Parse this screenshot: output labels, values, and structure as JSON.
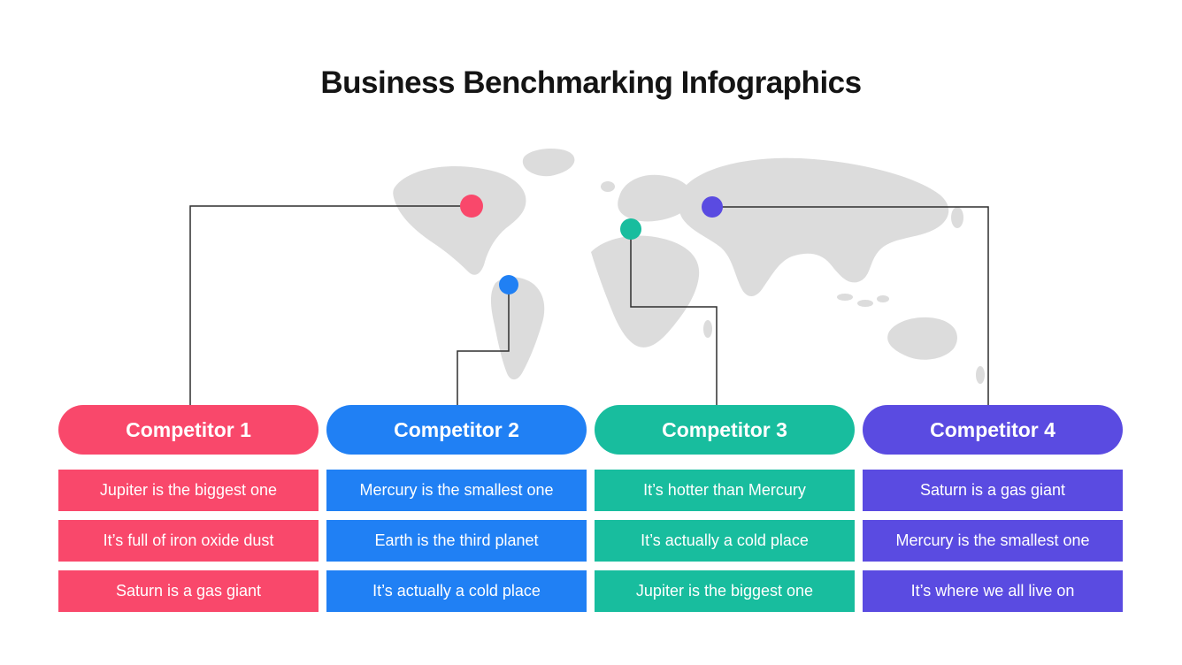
{
  "title": "Business Benchmarking Infographics",
  "map": {
    "name": "world-map",
    "land_color": "#DCDCDC",
    "connector_color": "#2F2F2F"
  },
  "competitors": [
    {
      "name": "Competitor 1",
      "color": "#F9486B",
      "rows": [
        "Jupiter is the biggest one",
        "It’s full of iron oxide dust",
        "Saturn is a gas giant"
      ]
    },
    {
      "name": "Competitor 2",
      "color": "#2080F4",
      "rows": [
        "Mercury is the smallest one",
        "Earth is the third planet",
        "It’s actually a cold place"
      ]
    },
    {
      "name": "Competitor 3",
      "color": "#18BD9E",
      "rows": [
        "It’s hotter than Mercury",
        "It’s actually a cold place",
        "Jupiter is the biggest one"
      ]
    },
    {
      "name": "Competitor 4",
      "color": "#5A4BE1",
      "rows": [
        "Saturn is a gas giant",
        "Mercury is the smallest one",
        "It’s where we all live on"
      ]
    }
  ]
}
